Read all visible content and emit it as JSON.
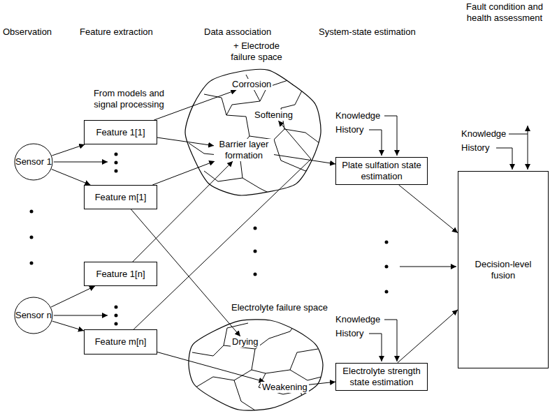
{
  "diagram": {
    "nodes": [
      {
        "text": [
          "Sensor 1"
        ]
      },
      {
        "text": [
          "Feature 1[1]"
        ]
      },
      {
        "text": [
          "Feature m[1]"
        ]
      },
      {
        "text": [
          "+ Electrode failure space"
        ]
      },
      {
        "text": [
          "Corrosion"
        ],
        "in": 3
      },
      {
        "text": [
          "Softening"
        ],
        "in": 3
      },
      {
        "text": [
          "Barrier layer formation"
        ],
        "in": 3
      },
      {
        "text": [
          "Plate sulfation state estimation"
        ]
      },
      {
        "text": [
          "Decision-level fusion"
        ]
      },
      {
        "text": [
          "Sensor n"
        ]
      },
      {
        "text": [
          "Feature 1[n]"
        ]
      },
      {
        "text": [
          "Feature m[n]"
        ]
      },
      {
        "text": [
          "Electrolyte failure space"
        ]
      },
      {
        "text": [
          "Drying"
        ],
        "in": 12
      },
      {
        "text": [
          "Weakening"
        ],
        "in": 12
      },
      {
        "text": [
          "Electrolyte strength state estimation"
        ]
      }
    ],
    "edges": [
      {
        "from": 0,
        "to": 1,
        "arrow": "to"
      },
      {
        "from": 0,
        "to": 2,
        "arrow": "to"
      },
      {
        "from": 9,
        "to": 10,
        "arrow": "to"
      },
      {
        "from": 9,
        "to": 11,
        "arrow": "to"
      },
      {
        "from": 1,
        "to": 4,
        "arrow": "to"
      },
      {
        "from": 1,
        "to": 6,
        "arrow": "to"
      },
      {
        "from": 2,
        "to": 6,
        "arrow": "to"
      },
      {
        "from": 2,
        "to": 13,
        "arrow": "to"
      },
      {
        "from": 10,
        "to": 6,
        "arrow": "to"
      },
      {
        "from": 11,
        "to": 5,
        "arrow": "to"
      },
      {
        "from": 11,
        "to": 14,
        "arrow": "to"
      },
      {
        "from": 6,
        "to": 7,
        "arrow": "to"
      },
      {
        "from": 14,
        "to": 15,
        "arrow": "to"
      },
      {
        "from": 7,
        "to": 8,
        "arrow": "to"
      },
      {
        "from": 15,
        "to": 8,
        "arrow": "to"
      }
    ],
    "labels": [
      "Observation",
      "Feature extraction",
      "Data association",
      "System-state estimation",
      "Fault condition and health assessment",
      "From models and signal processing",
      "Knowledge",
      "History",
      "Knowledge",
      "History",
      "Knowledge",
      "History"
    ]
  }
}
